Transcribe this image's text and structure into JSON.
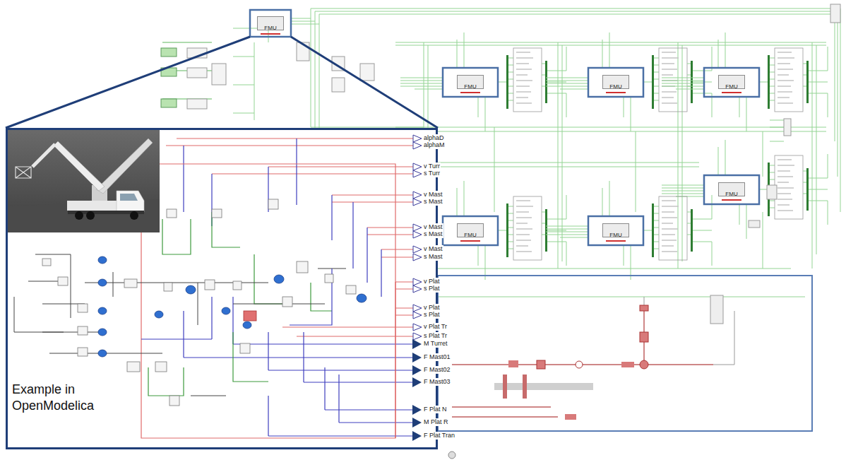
{
  "diagram": {
    "nodes": [
      {
        "text": [
          "FMU"
        ]
      },
      {
        "text": [
          "FMU"
        ]
      },
      {
        "text": [
          "FMU"
        ]
      },
      {
        "text": [
          "FMU"
        ]
      },
      {
        "text": [
          "FMU"
        ]
      },
      {
        "text": [
          "FMU"
        ]
      },
      {
        "text": [
          "FMU"
        ]
      },
      {
        "text": [
          "Example in OpenModelica"
        ]
      }
    ],
    "labels": [
      "alphaD",
      "alphaM",
      "v Turr",
      "s Turr",
      "v Mast",
      "s Mast",
      "v Mast",
      "s Mast",
      "v Mast",
      "s Mast",
      "v Plat",
      "s Plat",
      "v Plat",
      "s Plat",
      "v Plat Tr",
      "s Plat Tr",
      "M Turret",
      "F Mast01",
      "F Mast02",
      "F Mast03",
      "F Plat N",
      "M Plat R",
      "F Plat Tran"
    ]
  }
}
